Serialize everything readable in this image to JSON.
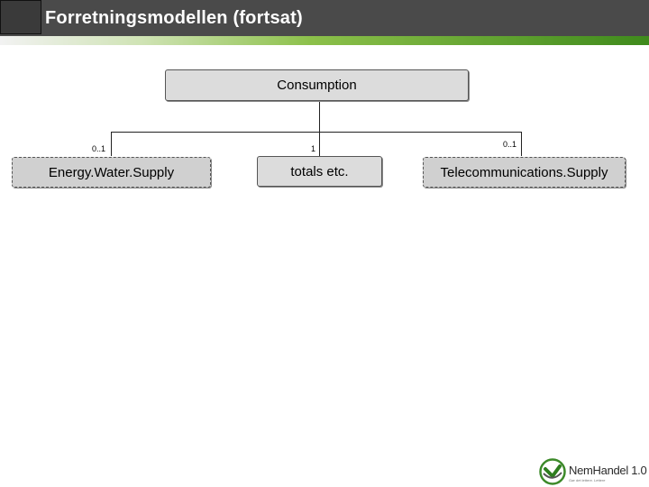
{
  "header": {
    "title": "Forretningsmodellen (fortsat)"
  },
  "diagram": {
    "root": {
      "label": "Consumption"
    },
    "children": [
      {
        "label": "Energy.Water.Supply",
        "multiplicity": "0..1"
      },
      {
        "label": "totals etc.",
        "multiplicity": "1"
      },
      {
        "label": "Telecommunications.Supply",
        "multiplicity": "0..1"
      }
    ]
  },
  "logo": {
    "name": "NemHandel 1.0",
    "tagline": "Gør det lettere. Lettere"
  },
  "colors": {
    "header_bg": "#4a4a4a",
    "accent_green": "#3f8a1c",
    "box_fill": "#cfcfcf"
  }
}
